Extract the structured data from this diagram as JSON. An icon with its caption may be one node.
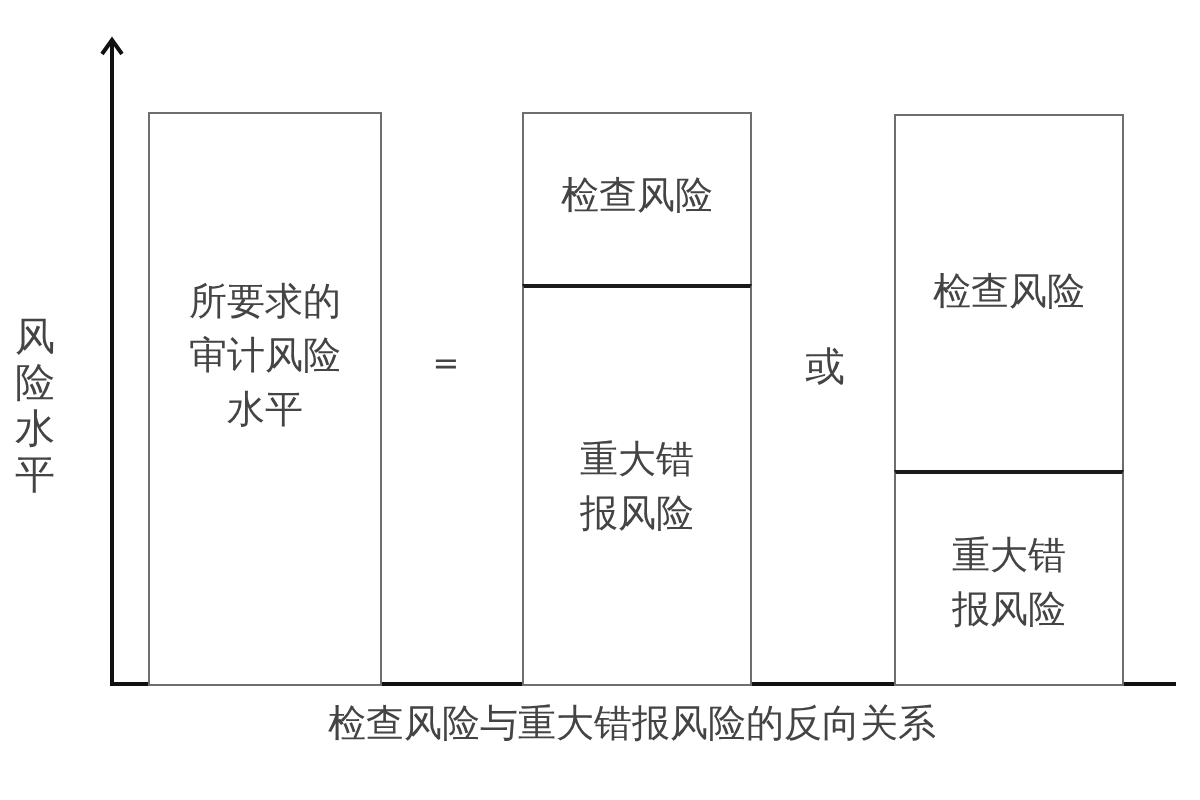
{
  "diagram": {
    "caption": "检查风险与重大错报风险的反向关系",
    "nodes": [
      {
        "text": [
          "所要求的审计风险水平"
        ]
      },
      {
        "text": [
          "检查风险"
        ]
      },
      {
        "text": [
          "重大错报风险"
        ]
      },
      {
        "text": [
          "检查风险"
        ]
      },
      {
        "text": [
          "重大错报风险"
        ]
      }
    ],
    "labels": [
      "风险水平",
      "=",
      "或"
    ]
  }
}
